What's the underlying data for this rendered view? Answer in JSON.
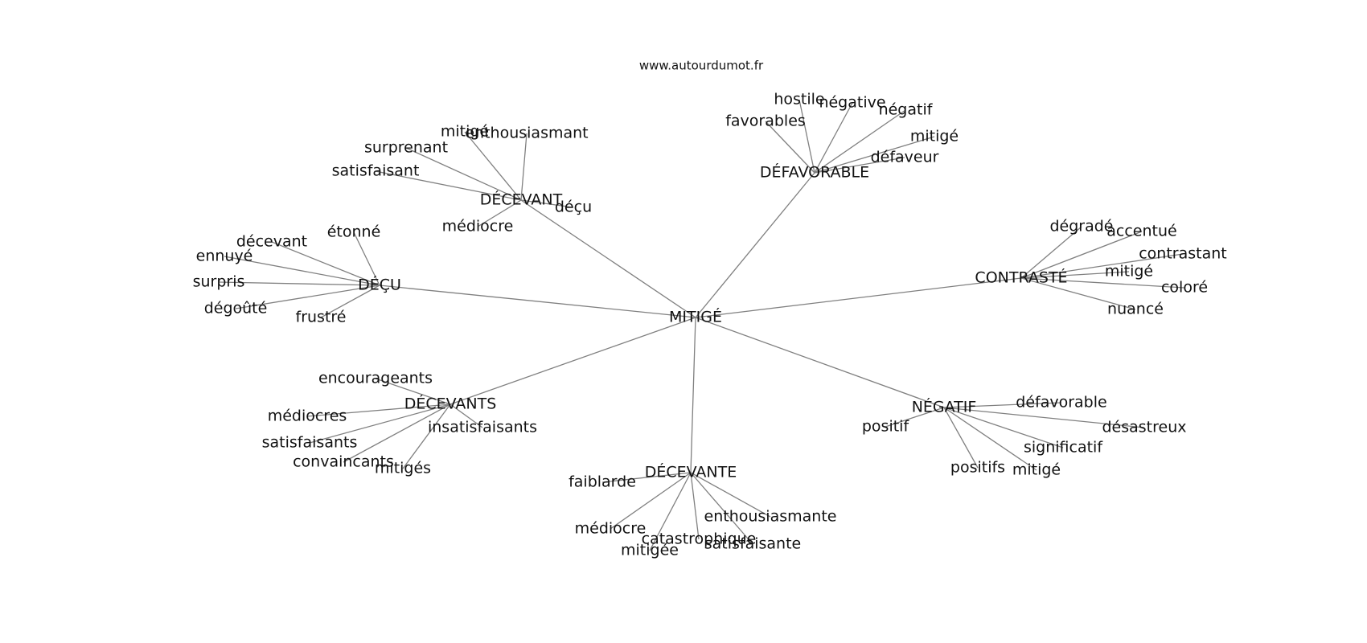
{
  "source": "www.autourdumot.fr",
  "graph": {
    "center": "MITIGÉ",
    "clusters": [
      {
        "hub": "DÉCEVANT",
        "leaves": [
          "mitigé",
          "enthousiasmant",
          "surprenant",
          "satisfaisant",
          "déçu",
          "médiocre"
        ]
      },
      {
        "hub": "DÉFAVORABLE",
        "leaves": [
          "hostile",
          "négative",
          "négatif",
          "favorables",
          "mitigé",
          "défaveur"
        ]
      },
      {
        "hub": "DÉÇU",
        "leaves": [
          "décevant",
          "étonné",
          "ennuyé",
          "surpris",
          "dégoûté",
          "frustré"
        ]
      },
      {
        "hub": "CONTRASTÉ",
        "leaves": [
          "dégradé",
          "accentué",
          "contrastant",
          "mitigé",
          "coloré",
          "nuancé"
        ]
      },
      {
        "hub": "DÉCEVANTS",
        "leaves": [
          "encourageants",
          "médiocres",
          "insatisfaisants",
          "satisfaisants",
          "convaincants",
          "mitigés"
        ]
      },
      {
        "hub": "NÉGATIF",
        "leaves": [
          "défavorable",
          "positif",
          "désastreux",
          "significatif",
          "positifs",
          "mitigé"
        ]
      },
      {
        "hub": "DÉCEVANTE",
        "leaves": [
          "faiblarde",
          "enthousiasmante",
          "médiocre",
          "catastrophique",
          "satisfaisante",
          "mitigée"
        ]
      }
    ]
  }
}
